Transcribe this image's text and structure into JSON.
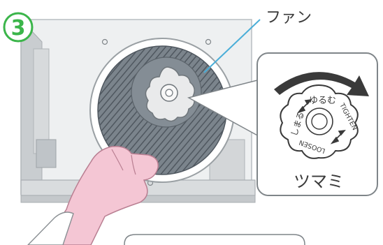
{
  "step_number": "3",
  "labels": {
    "fan": "ファン",
    "knob": "ツマミ",
    "loosen_jp": "ゆるむ",
    "tighten_jp": "しまる",
    "tighten_en": "TIGHTEN",
    "loosen_en": "LOOSEN"
  },
  "colors": {
    "step_badge": "#3bb54a",
    "leader_line": "#4aaed8",
    "fan_dark": "#6e7780",
    "fan_stripe": "#4f575f",
    "panel_gray": "#cfd3d6",
    "glove": "#f4c6d4",
    "glove_outline": "#c8899c",
    "arrow_dark": "#3a3a3a"
  },
  "icons": {
    "rotation_arrow": "clockwise-arrow-icon",
    "small_arrows": "double-headed-arrow-icon"
  }
}
